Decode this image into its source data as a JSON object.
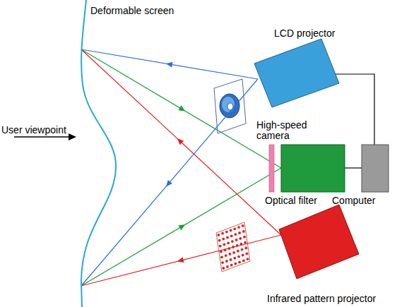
{
  "diagram": {
    "nodes": [
      {
        "text": [
          "Deformable screen"
        ]
      },
      {
        "text": [
          "LCD projector"
        ]
      },
      {
        "text": [
          "High-speed camera"
        ]
      },
      {
        "text": [
          "Optical filter"
        ]
      },
      {
        "text": [
          "Computer"
        ]
      },
      {
        "text": [
          "Infrared pattern projector"
        ]
      }
    ],
    "edges": [
      {
        "from": 1,
        "to": 0,
        "arrow": "to"
      },
      {
        "from": 1,
        "to": 0,
        "arrow": "to"
      },
      {
        "from": 0,
        "to": 2,
        "arrow": "to"
      },
      {
        "from": 0,
        "to": 2,
        "arrow": "to"
      },
      {
        "from": 5,
        "to": 0,
        "arrow": "to"
      },
      {
        "from": 5,
        "to": 0,
        "arrow": "to"
      },
      {
        "from": 1,
        "to": 4,
        "arrow": "none"
      },
      {
        "from": 2,
        "to": 4,
        "arrow": "none"
      }
    ],
    "labels": [
      "User viewpoint"
    ]
  }
}
